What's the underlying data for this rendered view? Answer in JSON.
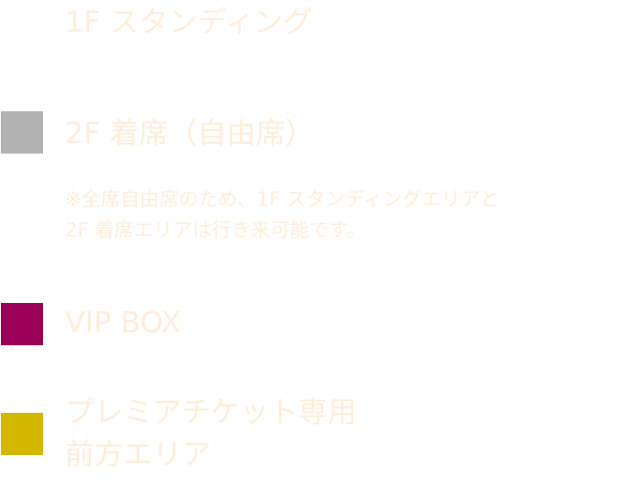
{
  "legend": [
    {
      "label": "1F スタンディング"
    },
    {
      "label": "2F 着席（自由席）",
      "color": "#b3b3b3",
      "note_lines": [
        "※全席自由席のため、1F スタンディングエリアと",
        "2F 着席エリアは行き来可能です。"
      ]
    },
    {
      "label": "VIP BOX",
      "color": "#9b0058"
    },
    {
      "label_lines": [
        "プレミアチケット専用",
        "前方エリア"
      ],
      "color": "#d4b800"
    }
  ],
  "text_color": "#ffeedb"
}
